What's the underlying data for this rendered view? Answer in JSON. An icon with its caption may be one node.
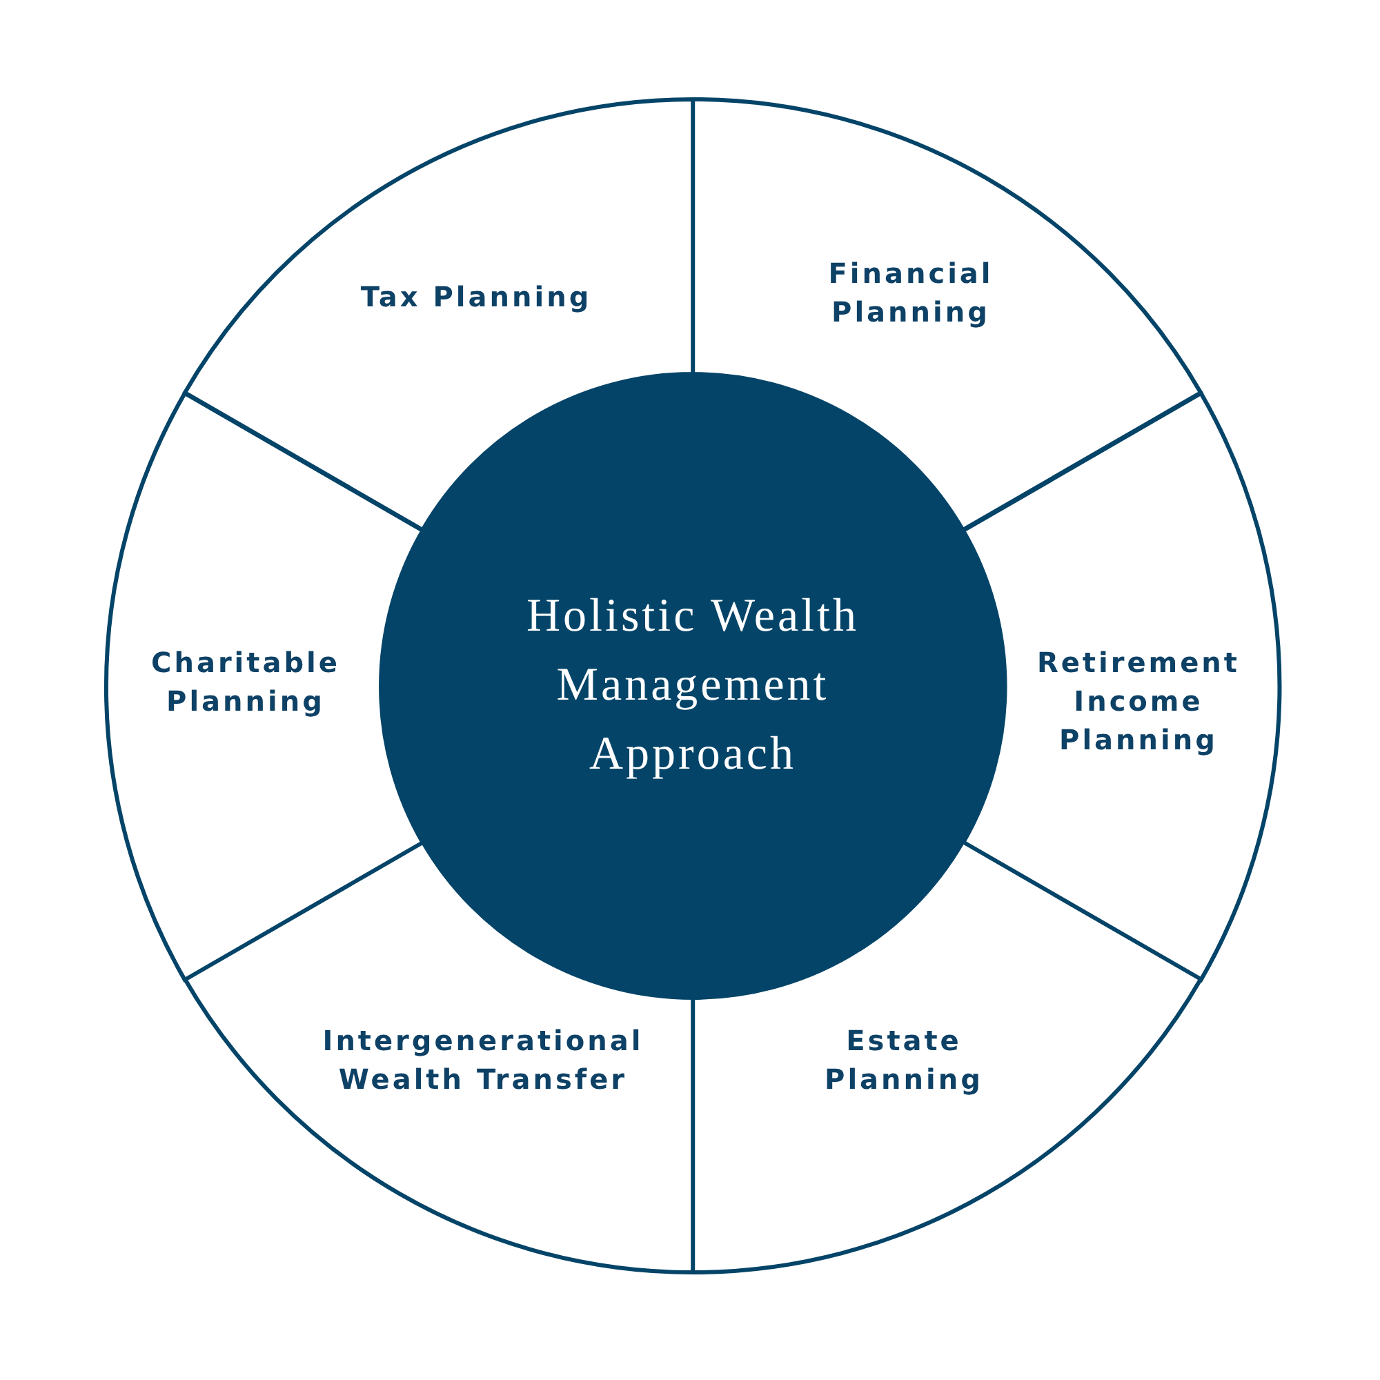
{
  "diagram": {
    "nodes": [
      {
        "text": [
          "Holistic Wealth Management Approach"
        ]
      },
      {
        "text": [
          "Financial Planning"
        ]
      },
      {
        "text": [
          "Retirement Income Planning"
        ]
      },
      {
        "text": [
          "Estate Planning"
        ]
      },
      {
        "text": [
          "Intergenerational Wealth Transfer"
        ]
      },
      {
        "text": [
          "Charitable Planning"
        ]
      },
      {
        "text": [
          "Tax Planning"
        ]
      }
    ]
  }
}
